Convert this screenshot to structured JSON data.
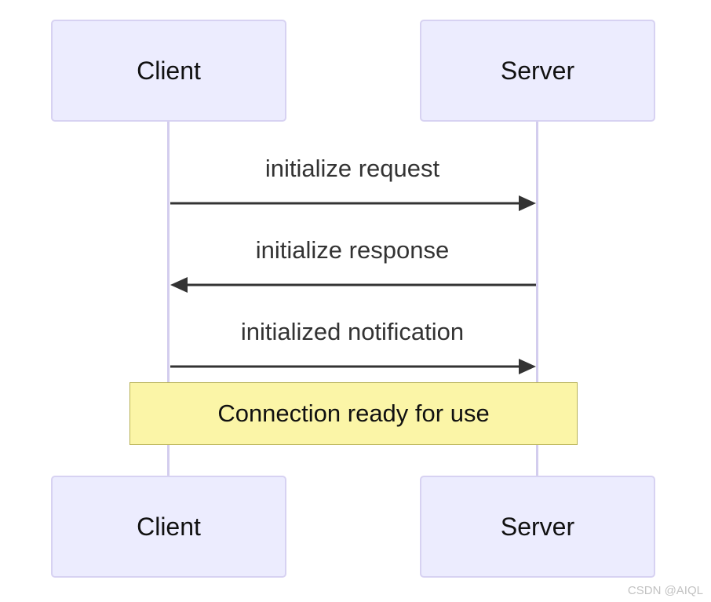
{
  "participants": {
    "client": "Client",
    "server": "Server"
  },
  "messages": [
    {
      "label": "initialize request",
      "from": "Client",
      "to": "Server"
    },
    {
      "label": "initialize response",
      "from": "Server",
      "to": "Client"
    },
    {
      "label": "initialized notification",
      "from": "Client",
      "to": "Server"
    }
  ],
  "note": {
    "text": "Connection ready for use"
  },
  "watermark": "CSDN @AIQL",
  "colors": {
    "actor_fill": "#ececfe",
    "actor_border": "#d7d2f2",
    "lifeline": "#d3cdee",
    "arrow": "#333333",
    "note_fill": "#fbf5a7",
    "note_border": "#b8b257"
  }
}
